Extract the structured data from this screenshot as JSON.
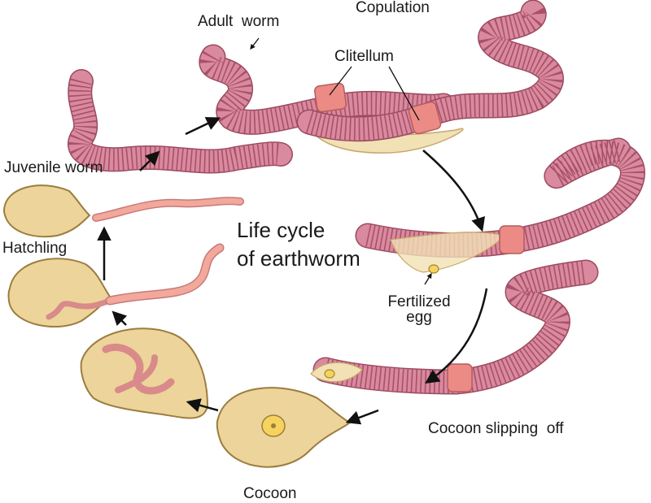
{
  "diagram": {
    "title_line1": "Life cycle",
    "title_line2": "of earthworm",
    "labels": {
      "copulation": "Copulation",
      "adult_worm": "Adult  worm",
      "clitellum": "Clitellum",
      "juvenile_worm": "Juvenile worm",
      "hatchling": "Hatchling",
      "fertilized_line1": "Fertilized",
      "fertilized_line2": "egg",
      "cocoon_slipping": "Cocoon slipping  off",
      "cocoon": "Cocoon"
    },
    "colors": {
      "worm_body": "#d98a9e",
      "worm_segment": "#b2566f",
      "clitellum": "#ec8b86",
      "cocoon": "#edd49a",
      "juvenile": "#f2a89b",
      "arrow": "#111111"
    }
  }
}
